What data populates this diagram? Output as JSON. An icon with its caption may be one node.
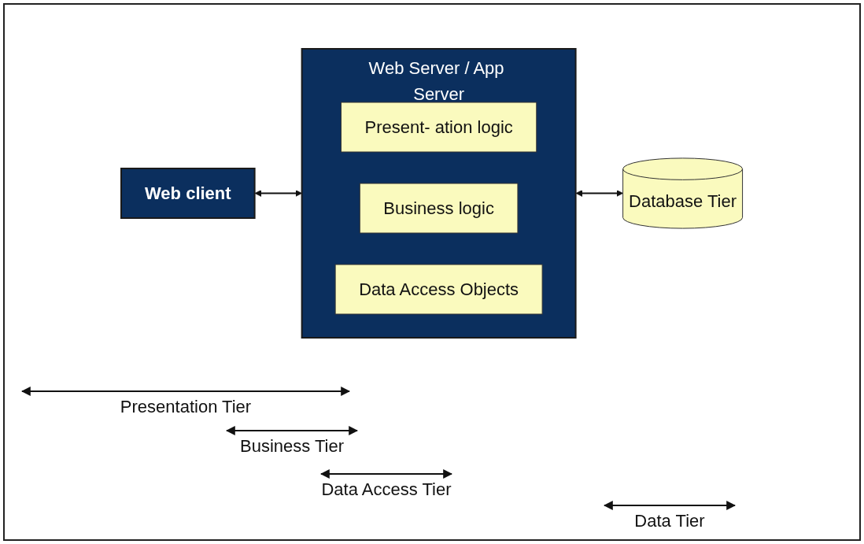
{
  "diagram": {
    "nodes": [
      {
        "text": [
          "Web client"
        ]
      },
      {
        "text": [
          "Web Server / App Server"
        ]
      },
      {
        "text": [
          "Present- ation logic"
        ],
        "in": 1
      },
      {
        "text": [
          "Business logic"
        ],
        "in": 1
      },
      {
        "text": [
          "Data Access Objects"
        ],
        "in": 1
      },
      {
        "text": [
          "Database Tier"
        ]
      }
    ],
    "edges": [
      {
        "from": 0,
        "to": 1,
        "arrow": "both"
      },
      {
        "from": 1,
        "to": 5,
        "arrow": "both"
      }
    ],
    "labels": [
      "Presentation Tier",
      "Business Tier",
      "Data Access Tier",
      "Data Tier"
    ]
  }
}
